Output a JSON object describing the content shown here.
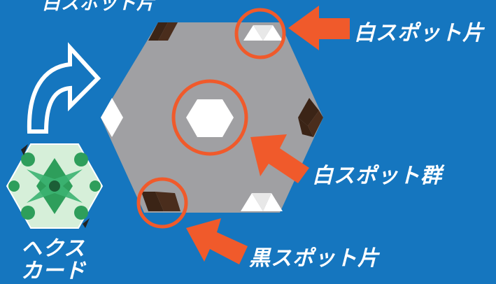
{
  "labels": {
    "top_cut": "白スポット片",
    "white_spot_piece": "白スポット片",
    "white_spot_group": "白スポット群",
    "black_spot_piece": "黒スポット片",
    "hex_card_line1": "ヘクス",
    "hex_card_line2": "カード"
  },
  "colors": {
    "background": "#1576bf",
    "tile": "#a0a0a3",
    "black_spot": "#3b2416",
    "white_spot": "#ffffff",
    "highlight": "#f05a2b",
    "card_green": "#2e9e5b"
  }
}
